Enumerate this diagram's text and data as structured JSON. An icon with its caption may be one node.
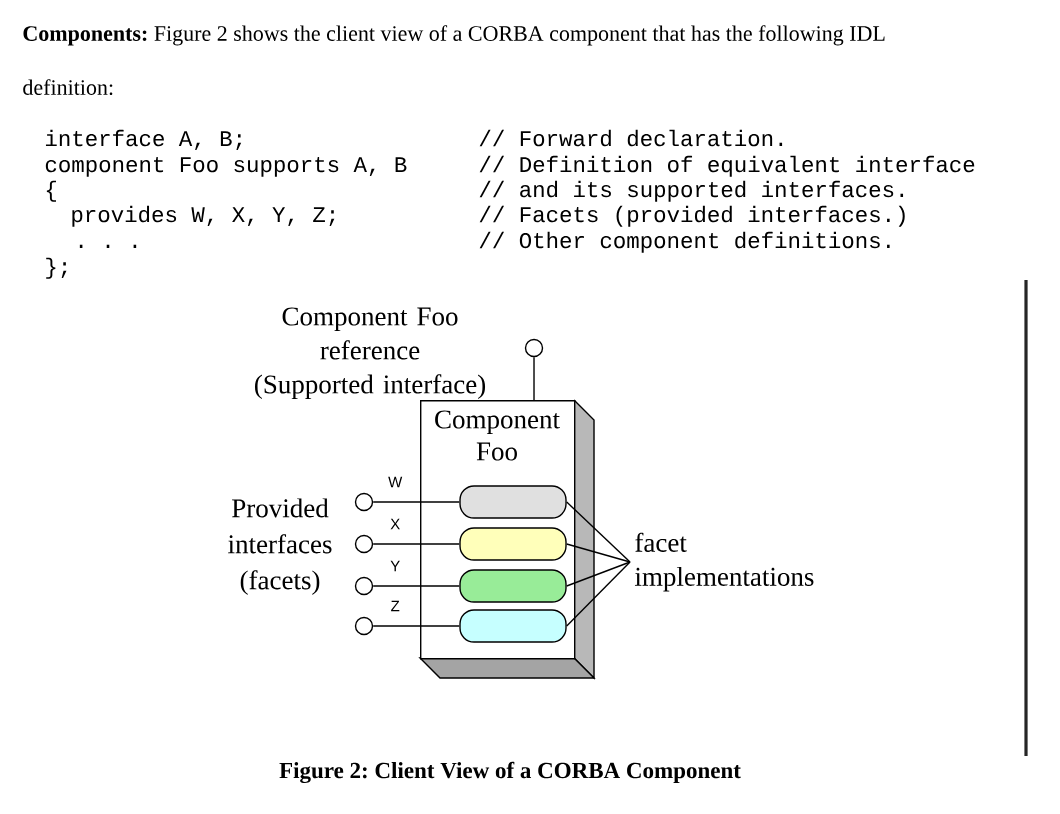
{
  "diagram": {
    "caption": "Figure 2: Client View of a CORBA Component",
    "nodes": [
      {
        "text": [],
        "shape": "circle",
        "beside": [
          "Component Foo reference (Supported interface)"
        ]
      },
      {
        "text": [
          "Component Foo"
        ]
      },
      {
        "text": [],
        "shape": "box",
        "in": 1
      },
      {
        "text": [],
        "shape": "box",
        "in": 1
      },
      {
        "text": [],
        "shape": "box",
        "in": 1
      },
      {
        "text": [],
        "shape": "box",
        "in": 1
      },
      {
        "text": [],
        "shape": "circle"
      },
      {
        "text": [],
        "shape": "circle"
      },
      {
        "text": [],
        "shape": "circle"
      },
      {
        "text": [],
        "shape": "circle"
      },
      {
        "text": [
          "facet implementations"
        ]
      }
    ],
    "edges": [
      {
        "from": 0,
        "to": 1,
        "arrow": "none"
      },
      {
        "from": 6,
        "to": 2,
        "arrow": "none",
        "label": "W"
      },
      {
        "from": 7,
        "to": 3,
        "arrow": "none",
        "label": "X"
      },
      {
        "from": 8,
        "to": 4,
        "arrow": "none",
        "label": "Y"
      },
      {
        "from": 9,
        "to": 5,
        "arrow": "none",
        "label": "Z"
      },
      {
        "from": 10,
        "to": 2,
        "arrow": "none"
      },
      {
        "from": 10,
        "to": 3,
        "arrow": "none"
      },
      {
        "from": 10,
        "to": 4,
        "arrow": "none"
      },
      {
        "from": 10,
        "to": 5,
        "arrow": "none"
      }
    ],
    "labels": [
      "**Components:** Figure 2 shows the client view of a CORBA component that has the following IDL definition:",
      "interface A, B;",
      "// Forward declaration.",
      "component Foo supports A, B",
      "// Definition of equivalent interface",
      "{",
      "// and its supported interfaces.",
      "provides W, X, Y, Z;",
      "// Facets (provided interfaces.)",
      ". . .",
      "// Other component definitions.",
      "};",
      "Provided interfaces (facets)"
    ]
  }
}
